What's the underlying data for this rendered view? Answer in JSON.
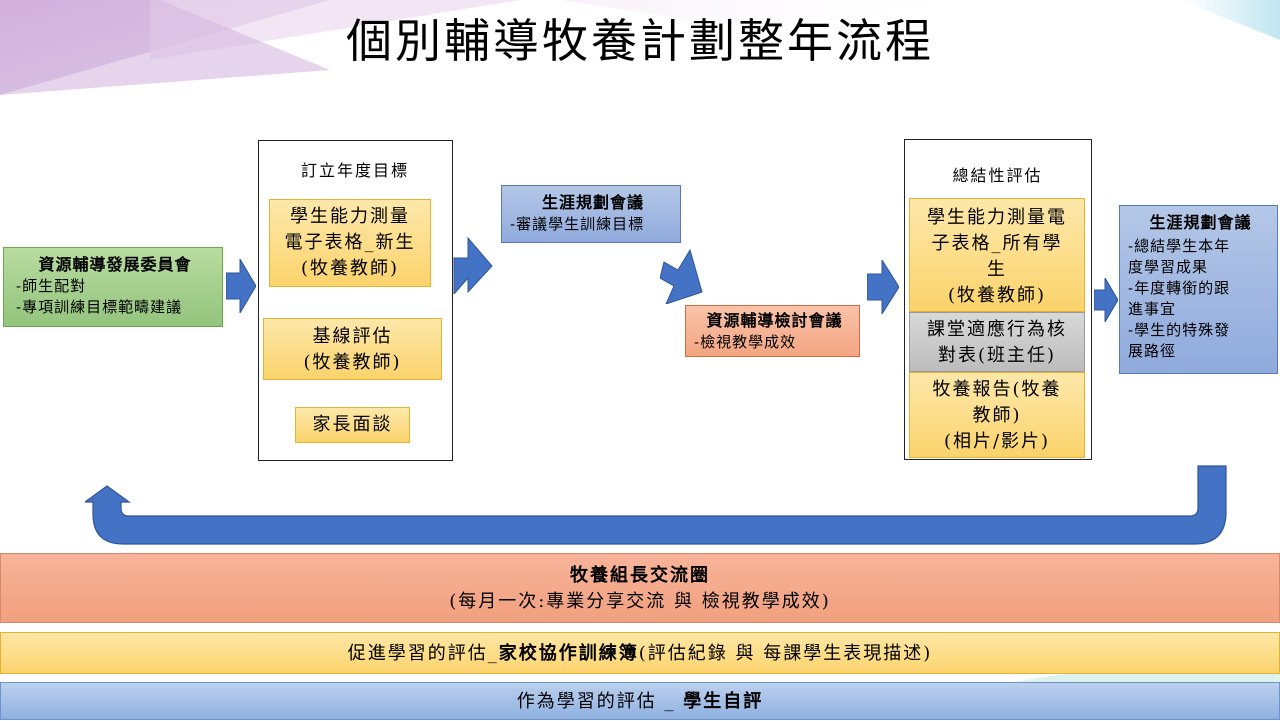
{
  "title": "個別輔導牧養計劃整年流程",
  "committee": {
    "heading": "資源輔導發展委員會",
    "lines": [
      "-師生配對",
      "-專項訓練目標範疇建議"
    ]
  },
  "annual_goals": {
    "title": "訂立年度目標",
    "items": [
      {
        "lines": [
          "學生能力測量",
          "電子表格_新生",
          "(牧養教師)"
        ]
      },
      {
        "lines": [
          "基線評估",
          "(牧養教師)"
        ]
      },
      {
        "lines": [
          "家長面談"
        ]
      }
    ]
  },
  "career_meeting_1": {
    "heading": "生涯規劃會議",
    "lines": [
      "-審議學生訓練目標"
    ]
  },
  "review_meeting": {
    "heading": "資源輔導檢討會議",
    "lines": [
      "-檢視教學成效"
    ]
  },
  "summative": {
    "title": "總結性評估",
    "items": [
      {
        "lines": [
          "學生能力測量電",
          "子表格_所有學",
          "生",
          "(牧養教師)"
        ]
      },
      {
        "lines": [
          "課堂適應行為核",
          "對表(班主任)"
        ]
      },
      {
        "lines": [
          "牧養報告(牧養",
          "教師)",
          "(相片/影片)"
        ]
      }
    ]
  },
  "career_meeting_2": {
    "heading": "生涯規劃會議",
    "lines": [
      "-總結學生本年",
      "度學習成果",
      "-年度轉銜的跟",
      "進事宜",
      "-學生的特殊發",
      "展路徑"
    ]
  },
  "bands": {
    "circle_title": "牧養組長交流圈",
    "circle_sub": "(每月一次:專業分享交流 與 檢視教學成效)",
    "afl_prefix": "促進學習的評估_",
    "afl_bold": "家校協作訓練簿",
    "afl_suffix": "(評估紀錄 與 每課學生表現描述)",
    "aal_prefix": "作為學習的評估 _ ",
    "aal_bold": "學生自評"
  },
  "colors": {
    "arrow_blue": "#4472c4",
    "green": "#93c47d",
    "blue_box": "#8faadc",
    "salmon": "#f4a582",
    "yellow": "#fbd36c",
    "gray": "#bfbfbf"
  }
}
